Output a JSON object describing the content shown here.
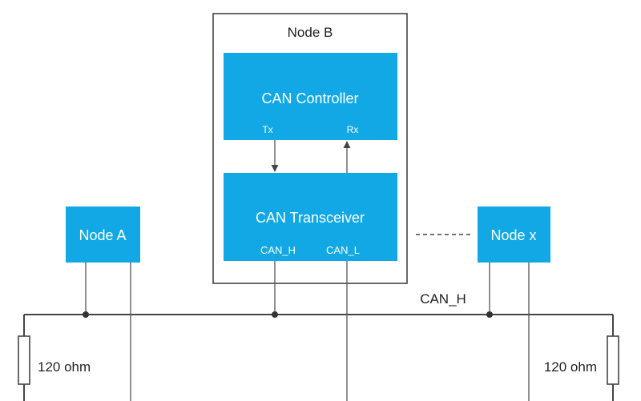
{
  "colors": {
    "block_fill": "#12a8e5",
    "block_text": "#ffffff",
    "line": "#444444",
    "frame": "#444444",
    "label_text": "#222222"
  },
  "node_b": {
    "title": "Node B",
    "controller": {
      "label": "CAN Controller",
      "tx_label": "Tx",
      "rx_label": "Rx"
    },
    "transceiver": {
      "label": "CAN Transceiver",
      "can_h_label": "CAN_H",
      "can_l_label": "CAN_L"
    }
  },
  "node_a": {
    "label": "Node A"
  },
  "node_x": {
    "label": "Node x"
  },
  "bus": {
    "can_h_label": "CAN_H"
  },
  "terminators": {
    "left_label": "120 ohm",
    "right_label": "120 ohm"
  }
}
